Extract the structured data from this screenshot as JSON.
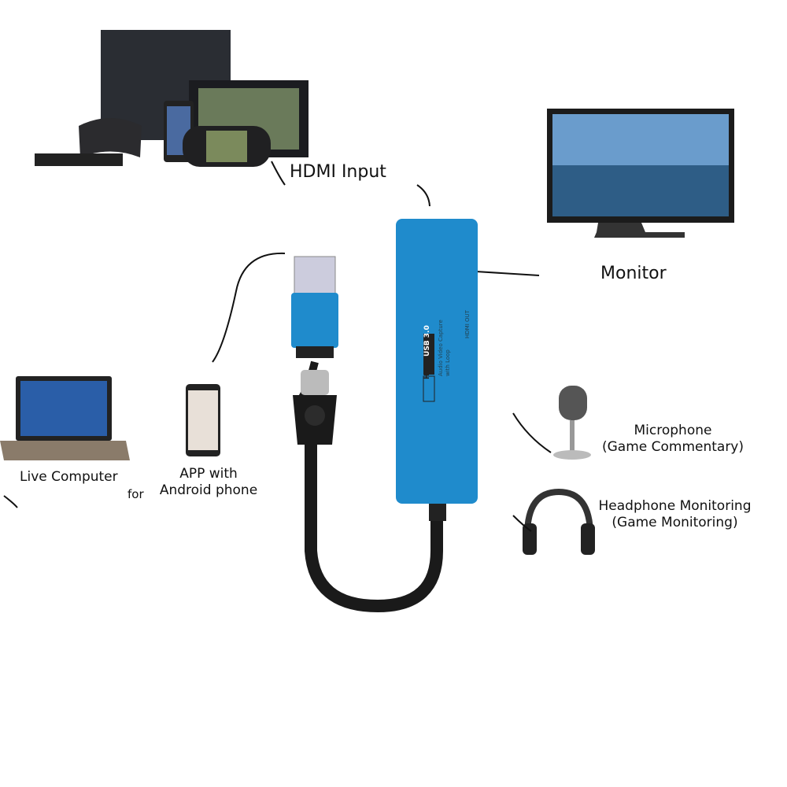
{
  "labels": {
    "hdmi_input": "HDMI Input",
    "monitor": "Monitor",
    "live_computer": "Live Computer",
    "for": "for",
    "app_line1": "APP with",
    "app_line2": "Android phone",
    "mic_line1": "Microphone",
    "mic_line2": "(Game Commentary)",
    "hp_line1": "Headphone Monitoring",
    "hp_line2": "(Game Monitoring)"
  },
  "device": {
    "badge_hd": "HD",
    "badge_usb": "USB 3.0",
    "text1": "Audio Video Capture",
    "text2": "with Loop",
    "port": "HDMI OUT"
  },
  "colors": {
    "device": "#1f8bcc",
    "cable": "#1a1a1a"
  }
}
